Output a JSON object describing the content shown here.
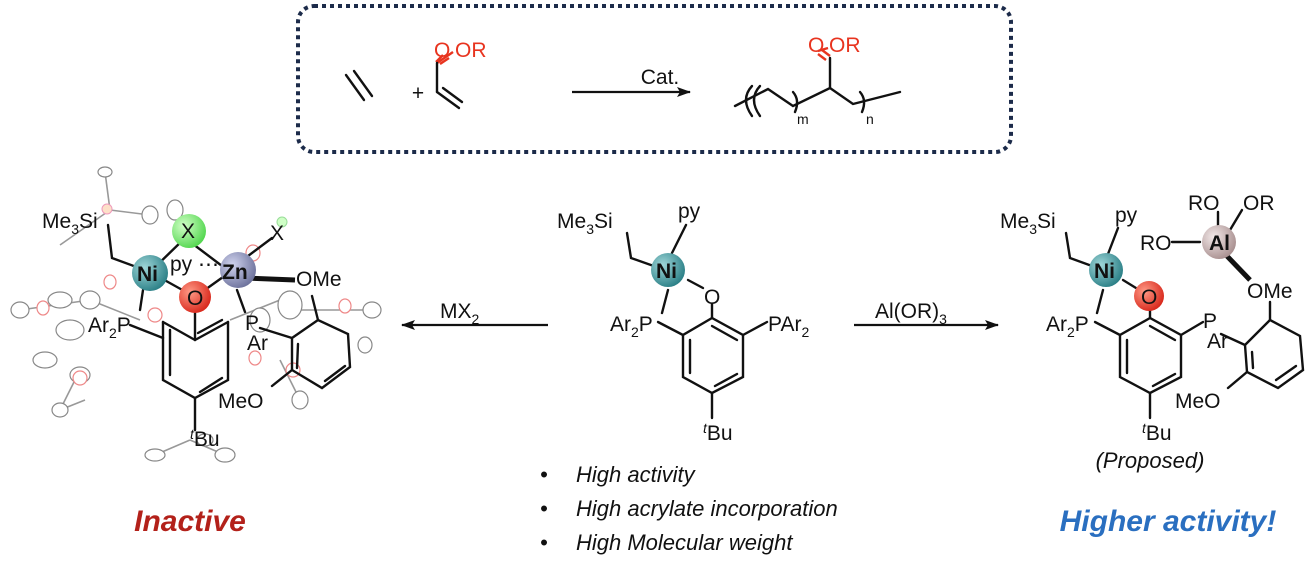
{
  "scheme": {
    "box": {
      "reactant_1": "ethylene",
      "plus": "+",
      "reactant_2": {
        "carbonyl_O": "O",
        "ester_O": "OR"
      },
      "arrow_label": "Cat.",
      "product": {
        "carbonyl_O": "O",
        "ester_O": "OR",
        "subscript_m": "m",
        "subscript_n": "n"
      },
      "border_color": "#1c2b4a"
    },
    "left_arrow": {
      "label": "MX",
      "label_sub": "2"
    },
    "right_arrow": {
      "label": "Al(OR)",
      "label_sub": "3"
    },
    "left_complex": {
      "labels": {
        "me3si": "Me",
        "me3si_sub": "3",
        "me3si_tail": "Si",
        "x1": "X",
        "x2": "X",
        "ni": "Ni",
        "py": "py",
        "zn": "Zn",
        "o": "O",
        "ome": "OMe",
        "ar2p": "Ar",
        "ar2p_sub": "2",
        "ar2p_tail": "P",
        "p": "P",
        "ar": "Ar",
        "meo": "MeO",
        "tbu_sup": "t",
        "tbu": "Bu"
      },
      "atom_colors": {
        "ni": "#2e8a90",
        "zn": "#8a8fb8",
        "o": "#e43a2a",
        "x": "#6ee36a"
      },
      "caption": "Inactive",
      "caption_color": "#b3211a"
    },
    "center_complex": {
      "labels": {
        "me3si": "Me",
        "me3si_sub": "3",
        "me3si_tail": "Si",
        "py": "py",
        "ni": "Ni",
        "o": "O",
        "ar2p": "Ar",
        "ar2p_sub": "2",
        "ar2p_tail": "P",
        "par2": "PAr",
        "par2_sub": "2",
        "tbu_sup": "t",
        "tbu": "Bu"
      },
      "properties": [
        "High activity",
        "High acrylate incorporation",
        "High Molecular weight"
      ],
      "bullet": "•"
    },
    "right_complex": {
      "labels": {
        "me3si": "Me",
        "me3si_sub": "3",
        "me3si_tail": "Si",
        "py": "py",
        "ni": "Ni",
        "o": "O",
        "ro1": "RO",
        "or1": "OR",
        "ro2": "RO",
        "al": "Al",
        "ome": "OMe",
        "ar2p": "Ar",
        "ar2p_sub": "2",
        "ar2p_tail": "P",
        "p": "P",
        "ar": "Ar",
        "meo": "MeO",
        "tbu_sup": "t",
        "tbu": "Bu"
      },
      "atom_colors": {
        "ni": "#2e8a90",
        "al": "#bfa9a9",
        "o": "#e43a2a"
      },
      "note": "(Proposed)",
      "caption": "Higher activity!",
      "caption_color": "#2a6fc0"
    }
  }
}
